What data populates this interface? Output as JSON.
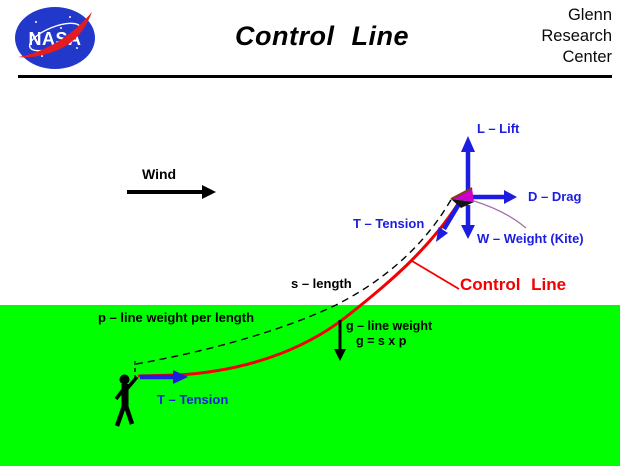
{
  "header": {
    "title": "Control Line",
    "org_lines": [
      "Glenn",
      "Research",
      "Center"
    ],
    "logo_text": "NASA"
  },
  "diagram": {
    "wind_label": "Wind",
    "lift_label": "L – Lift",
    "drag_label": "D – Drag",
    "kite_weight_label": "W – Weight (Kite)",
    "tension_upper_label": "T – Tension",
    "tension_lower_label": "T – Tension",
    "length_label": "s – length",
    "line_weight_per_length_label": "p – line weight per length",
    "line_weight_label": "g – line weight",
    "line_weight_equation": "g = s x p",
    "control_line_label": "Control Line"
  },
  "colors": {
    "force_arrow_blue": "#1d1de0",
    "control_line_red": "#f40000",
    "ground_green": "#00ff00",
    "kite_magenta": "#cc00cc",
    "nasa_logo_blue": "#2238cb",
    "nasa_swoosh_red": "#e31c24"
  }
}
